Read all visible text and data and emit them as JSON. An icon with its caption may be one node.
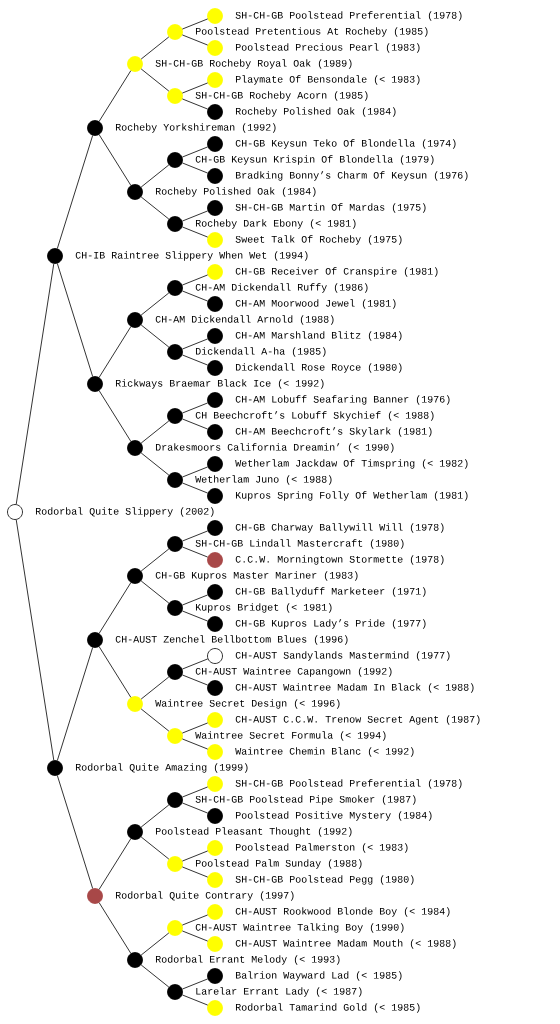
{
  "diagram": {
    "nodes": [
      {
        "text": [
          "SH-CH-GB Poolstead Preferential (1978)"
        ]
      },
      {
        "text": [
          "Poolstead Pretentious At Rocheby (1985)"
        ]
      },
      {
        "text": [
          "Poolstead Precious Pearl (1983)"
        ]
      },
      {
        "text": [
          "SH-CH-GB Rocheby Royal Oak (1989)"
        ]
      },
      {
        "text": [
          "Playmate Of Bensondale (< 1983)"
        ]
      },
      {
        "text": [
          "SH-CH-GB Rocheby Acorn (1985)"
        ]
      },
      {
        "text": [
          "Rocheby Polished Oak (1984)"
        ]
      },
      {
        "text": [
          "Rocheby Yorkshireman (1992)"
        ]
      },
      {
        "text": [
          "CH-GB Keysun Teko Of Blondella (1974)"
        ]
      },
      {
        "text": [
          "CH-GB Keysun Krispin Of Blondella (1979)"
        ]
      },
      {
        "text": [
          "Bradking Bonny’s Charm Of Keysun (1976)"
        ]
      },
      {
        "text": [
          "Rocheby Polished Oak (1984)"
        ]
      },
      {
        "text": [
          "SH-CH-GB Martin Of Mardas (1975)"
        ]
      },
      {
        "text": [
          "Rocheby Dark Ebony (< 1981)"
        ]
      },
      {
        "text": [
          "Sweet Talk Of Rocheby (1975)"
        ]
      },
      {
        "text": [
          "CH-IB Raintree Slippery When Wet (1994)"
        ]
      },
      {
        "text": [
          "CH-GB Receiver Of Cranspire (1981)"
        ]
      },
      {
        "text": [
          "CH-AM Dickendall Ruffy (1986)"
        ]
      },
      {
        "text": [
          "CH-AM Moorwood Jewel (1981)"
        ]
      },
      {
        "text": [
          "CH-AM Dickendall Arnold (1988)"
        ]
      },
      {
        "text": [
          "CH-AM Marshland Blitz (1984)"
        ]
      },
      {
        "text": [
          "Dickendall A-ha (1985)"
        ]
      },
      {
        "text": [
          "Dickendall Rose Royce (1980)"
        ]
      },
      {
        "text": [
          "Rickways Braemar Black Ice (< 1992)"
        ]
      },
      {
        "text": [
          "CH-AM Lobuff Seafaring Banner (1976)"
        ]
      },
      {
        "text": [
          "CH Beechcroft’s Lobuff Skychief (< 1988)"
        ]
      },
      {
        "text": [
          "CH-AM Beechcroft’s Skylark (1981)"
        ]
      },
      {
        "text": [
          "Drakesmoors California Dreamin’ (< 1990)"
        ]
      },
      {
        "text": [
          "Wetherlam Jackdaw Of Timspring (< 1982)"
        ]
      },
      {
        "text": [
          "Wetherlam Juno (< 1988)"
        ]
      },
      {
        "text": [
          "Kupros Spring Folly Of Wetherlam (1981)"
        ]
      },
      {
        "text": [
          "Rodorbal Quite Slippery (2002)"
        ]
      },
      {
        "text": [
          "CH-GB Charway Ballywill Will (1978)"
        ]
      },
      {
        "text": [
          "SH-CH-GB Lindall Mastercraft (1980)"
        ]
      },
      {
        "text": [
          "C.C.W. Morningtown Stormette (1978)"
        ]
      },
      {
        "text": [
          "CH-GB Kupros Master Mariner (1983)"
        ]
      },
      {
        "text": [
          "CH-GB Ballyduff Marketeer (1971)"
        ]
      },
      {
        "text": [
          "Kupros Bridget (< 1981)"
        ]
      },
      {
        "text": [
          "CH-GB Kupros Lady’s Pride (1977)"
        ]
      },
      {
        "text": [
          "CH-AUST Zenchel Bellbottom Blues (1996)"
        ]
      },
      {
        "text": [
          "CH-AUST Sandylands Mastermind (1977)"
        ]
      },
      {
        "text": [
          "CH-AUST Waintree Capangown (1992)"
        ]
      },
      {
        "text": [
          "CH-AUST Waintree Madam In Black (< 1988)"
        ]
      },
      {
        "text": [
          "Waintree Secret Design (< 1996)"
        ]
      },
      {
        "text": [
          "CH-AUST C.C.W. Trenow Secret Agent (1987)"
        ]
      },
      {
        "text": [
          "Waintree Secret Formula (< 1994)"
        ]
      },
      {
        "text": [
          "Waintree Chemin Blanc (< 1992)"
        ]
      },
      {
        "text": [
          "Rodorbal Quite Amazing (1999)"
        ]
      },
      {
        "text": [
          "SH-CH-GB Poolstead Preferential (1978)"
        ]
      },
      {
        "text": [
          "SH-CH-GB Poolstead Pipe Smoker (1987)"
        ]
      },
      {
        "text": [
          "Poolstead Positive Mystery (1984)"
        ]
      },
      {
        "text": [
          "Poolstead Pleasant Thought (1992)"
        ]
      },
      {
        "text": [
          "Poolstead Palmerston (< 1983)"
        ]
      },
      {
        "text": [
          "Poolstead Palm Sunday (1988)"
        ]
      },
      {
        "text": [
          "SH-CH-GB Poolstead Pegg (1980)"
        ]
      },
      {
        "text": [
          "Rodorbal Quite Contrary (1997)"
        ]
      },
      {
        "text": [
          "CH-AUST Rookwood Blonde Boy (< 1984)"
        ]
      },
      {
        "text": [
          "CH-AUST Waintree Talking Boy (1990)"
        ]
      },
      {
        "text": [
          "CH-AUST Waintree Madam Mouth (< 1988)"
        ]
      },
      {
        "text": [
          "Rodorbal Errant Melody (< 1993)"
        ]
      },
      {
        "text": [
          "Balrion Wayward Lad (< 1985)"
        ]
      },
      {
        "text": [
          "Larelar Errant Lady (< 1987)"
        ]
      },
      {
        "text": [
          "Rodorbal Tamarind Gold (< 1985)"
        ]
      }
    ],
    "edges": [
      {
        "from": 1,
        "to": 0,
        "arrow": "none"
      },
      {
        "from": 3,
        "to": 1,
        "arrow": "none"
      },
      {
        "from": 1,
        "to": 2,
        "arrow": "none"
      },
      {
        "from": 7,
        "to": 3,
        "arrow": "none"
      },
      {
        "from": 5,
        "to": 4,
        "arrow": "none"
      },
      {
        "from": 3,
        "to": 5,
        "arrow": "none"
      },
      {
        "from": 5,
        "to": 6,
        "arrow": "none"
      },
      {
        "from": 15,
        "to": 7,
        "arrow": "none"
      },
      {
        "from": 9,
        "to": 8,
        "arrow": "none"
      },
      {
        "from": 11,
        "to": 9,
        "arrow": "none"
      },
      {
        "from": 9,
        "to": 10,
        "arrow": "none"
      },
      {
        "from": 7,
        "to": 11,
        "arrow": "none"
      },
      {
        "from": 13,
        "to": 12,
        "arrow": "none"
      },
      {
        "from": 11,
        "to": 13,
        "arrow": "none"
      },
      {
        "from": 13,
        "to": 14,
        "arrow": "none"
      },
      {
        "from": 31,
        "to": 15,
        "arrow": "none"
      },
      {
        "from": 17,
        "to": 16,
        "arrow": "none"
      },
      {
        "from": 19,
        "to": 17,
        "arrow": "none"
      },
      {
        "from": 17,
        "to": 18,
        "arrow": "none"
      },
      {
        "from": 23,
        "to": 19,
        "arrow": "none"
      },
      {
        "from": 21,
        "to": 20,
        "arrow": "none"
      },
      {
        "from": 19,
        "to": 21,
        "arrow": "none"
      },
      {
        "from": 21,
        "to": 22,
        "arrow": "none"
      },
      {
        "from": 15,
        "to": 23,
        "arrow": "none"
      },
      {
        "from": 25,
        "to": 24,
        "arrow": "none"
      },
      {
        "from": 27,
        "to": 25,
        "arrow": "none"
      },
      {
        "from": 25,
        "to": 26,
        "arrow": "none"
      },
      {
        "from": 23,
        "to": 27,
        "arrow": "none"
      },
      {
        "from": 29,
        "to": 28,
        "arrow": "none"
      },
      {
        "from": 27,
        "to": 29,
        "arrow": "none"
      },
      {
        "from": 29,
        "to": 30,
        "arrow": "none"
      },
      {
        "from": 33,
        "to": 32,
        "arrow": "none"
      },
      {
        "from": 35,
        "to": 33,
        "arrow": "none"
      },
      {
        "from": 33,
        "to": 34,
        "arrow": "none"
      },
      {
        "from": 39,
        "to": 35,
        "arrow": "none"
      },
      {
        "from": 37,
        "to": 36,
        "arrow": "none"
      },
      {
        "from": 35,
        "to": 37,
        "arrow": "none"
      },
      {
        "from": 37,
        "to": 38,
        "arrow": "none"
      },
      {
        "from": 47,
        "to": 39,
        "arrow": "none"
      },
      {
        "from": 41,
        "to": 40,
        "arrow": "none"
      },
      {
        "from": 43,
        "to": 41,
        "arrow": "none"
      },
      {
        "from": 41,
        "to": 42,
        "arrow": "none"
      },
      {
        "from": 39,
        "to": 43,
        "arrow": "none"
      },
      {
        "from": 45,
        "to": 44,
        "arrow": "none"
      },
      {
        "from": 43,
        "to": 45,
        "arrow": "none"
      },
      {
        "from": 45,
        "to": 46,
        "arrow": "none"
      },
      {
        "from": 31,
        "to": 47,
        "arrow": "none"
      },
      {
        "from": 49,
        "to": 48,
        "arrow": "none"
      },
      {
        "from": 51,
        "to": 49,
        "arrow": "none"
      },
      {
        "from": 49,
        "to": 50,
        "arrow": "none"
      },
      {
        "from": 55,
        "to": 51,
        "arrow": "none"
      },
      {
        "from": 53,
        "to": 52,
        "arrow": "none"
      },
      {
        "from": 51,
        "to": 53,
        "arrow": "none"
      },
      {
        "from": 53,
        "to": 54,
        "arrow": "none"
      },
      {
        "from": 47,
        "to": 55,
        "arrow": "none"
      },
      {
        "from": 57,
        "to": 56,
        "arrow": "none"
      },
      {
        "from": 59,
        "to": 57,
        "arrow": "none"
      },
      {
        "from": 57,
        "to": 58,
        "arrow": "none"
      },
      {
        "from": 55,
        "to": 59,
        "arrow": "none"
      },
      {
        "from": 61,
        "to": 60,
        "arrow": "none"
      },
      {
        "from": 59,
        "to": 61,
        "arrow": "none"
      },
      {
        "from": 61,
        "to": 62,
        "arrow": "none"
      }
    ]
  }
}
